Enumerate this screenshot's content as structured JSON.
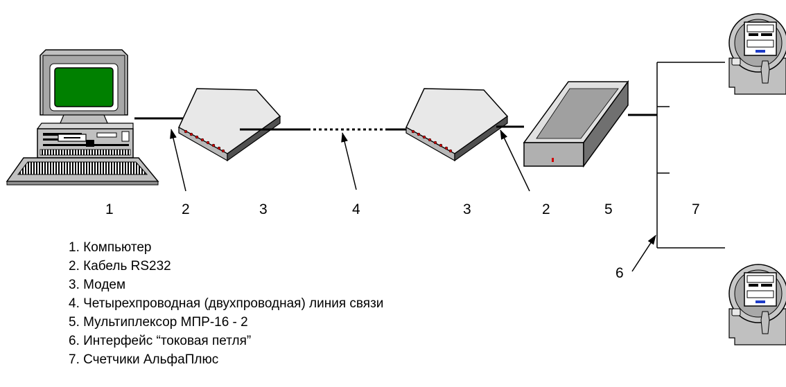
{
  "labels": {
    "computer": "1",
    "cable_left": "2",
    "modem_left": "3",
    "line": "4",
    "modem_right": "3",
    "cable_right": "2",
    "multiplexer": "5",
    "interface": "6",
    "meters": "7"
  },
  "legend": [
    "1. Компьютер",
    "2. Кабель RS232",
    "3. Модем",
    "4. Четырехпроводная (двухпроводная) линия связи",
    "5. Мультиплексор МПР-16 - 2",
    "6. Интерфейс “токовая петля”",
    "7. Счетчики АльфаПлюс"
  ],
  "colors": {
    "screen": "#008000",
    "device_gray": "#c0c0c0",
    "device_dark": "#606060",
    "indicator_red": "#d00000",
    "line": "#000000"
  }
}
